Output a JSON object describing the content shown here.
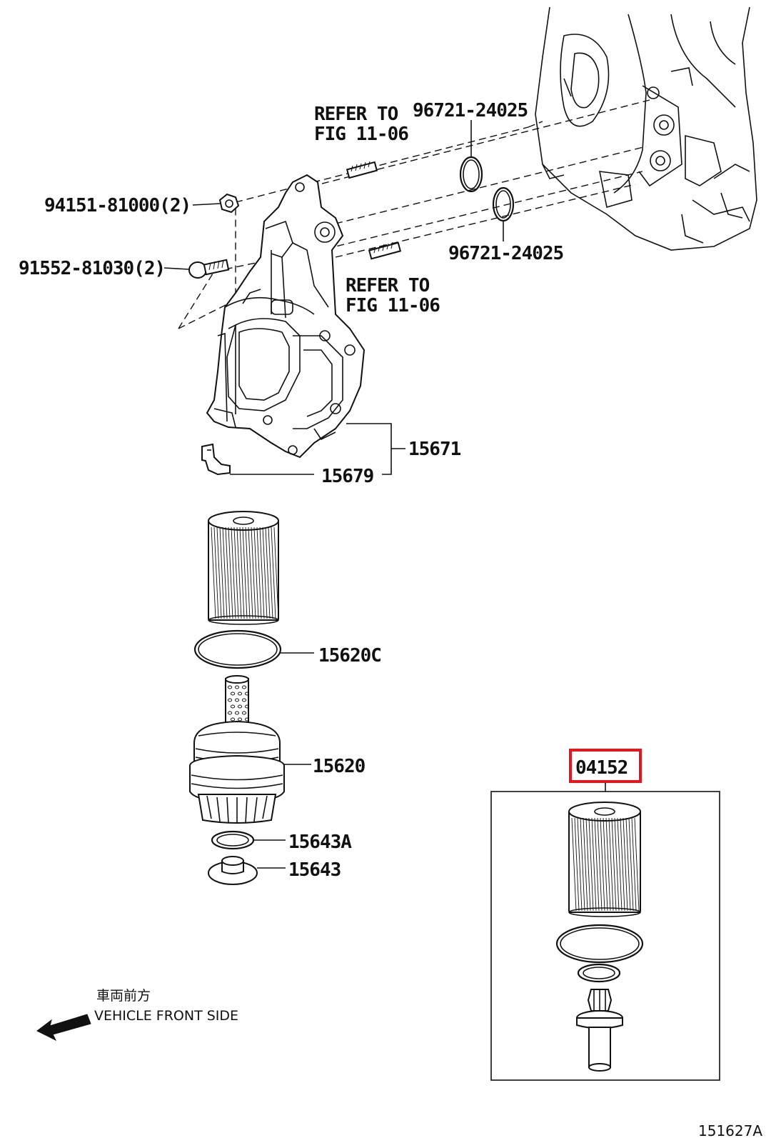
{
  "diagram": {
    "labels": {
      "refer_top_1": "REFER TO",
      "refer_top_2": "FIG 11-06",
      "oring_top": "96721-24025",
      "oring_bottom": "96721-24025",
      "nut": "94151-81000(2)",
      "bolt": "91552-81030(2)",
      "refer_mid_1": "REFER TO",
      "refer_mid_2": "FIG 11-06",
      "bracket": "15671",
      "clip": "15679",
      "gasket": "15620C",
      "filter_cap": "15620",
      "washer": "15643A",
      "plug": "15643",
      "kit": "04152",
      "front_jp": "車両前方",
      "front_en": "VEHICLE FRONT SIDE",
      "figure_id": "151627A"
    },
    "colors": {
      "line": "#111111",
      "highlight": "#e8141c",
      "background": "#ffffff"
    }
  }
}
